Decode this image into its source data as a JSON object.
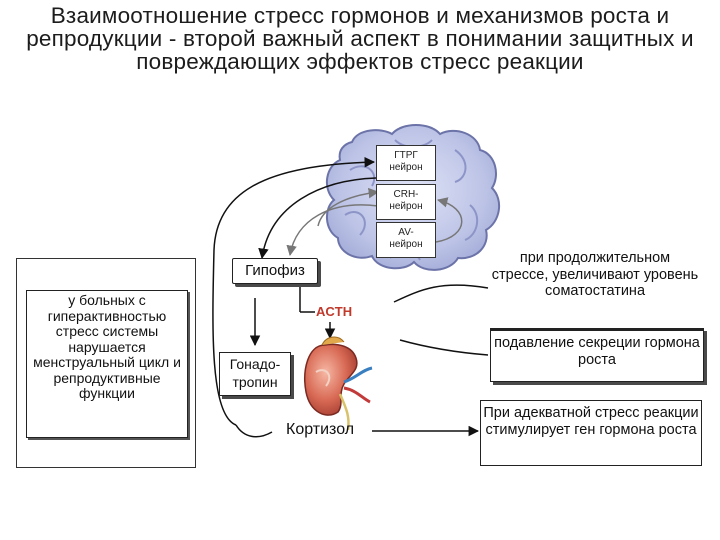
{
  "slide": {
    "title": "Взаимоотношение стресс гормонов и механизмов роста и репродукции - второй важный аспект в понимании защитных и повреждающих эффектов стресс реакции"
  },
  "diagram": {
    "neurons": {
      "gtrg_line1": "ГТРГ",
      "gtrg_line2": "нейрон",
      "crh_line1": "CRH-",
      "crh_line2": "нейрон",
      "av_line1": "AV-",
      "av_line2": "нейрон"
    },
    "pituitary": "Гипофиз",
    "acth": "ACTH",
    "gonadotropin_line1": "Гонадо-",
    "gonadotropin_line2": "тропин",
    "cortisol": "Кортизол",
    "left_note": "у больных с гиперактивностью стресс системы нарушается менструальный цикл и репродуктивные функции",
    "right_top": "при продолжительном стрессе, увеличивают уровень соматостатина",
    "right_middle": "подавление секреции гормона роста",
    "right_bottom": "При адекватной стресс реакции стимулирует ген гормона роста"
  }
}
